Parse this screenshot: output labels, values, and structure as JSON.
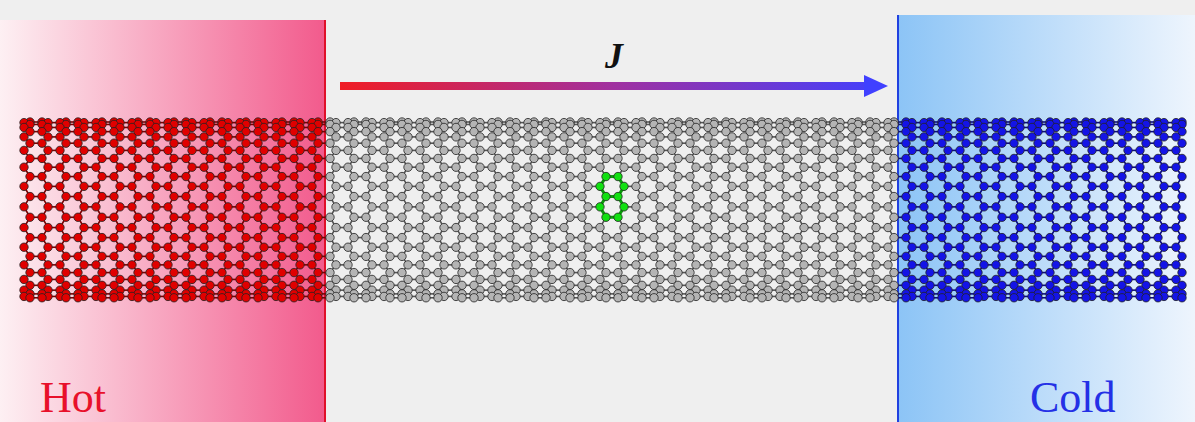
{
  "diagram": {
    "nodes": [
      {
        "text": [
          "Hot"
        ]
      },
      {
        "text": [
          "Cold"
        ]
      }
    ],
    "edges": [
      {
        "from": 0,
        "to": 1,
        "arrow": "to",
        "label": "J"
      }
    ]
  }
}
